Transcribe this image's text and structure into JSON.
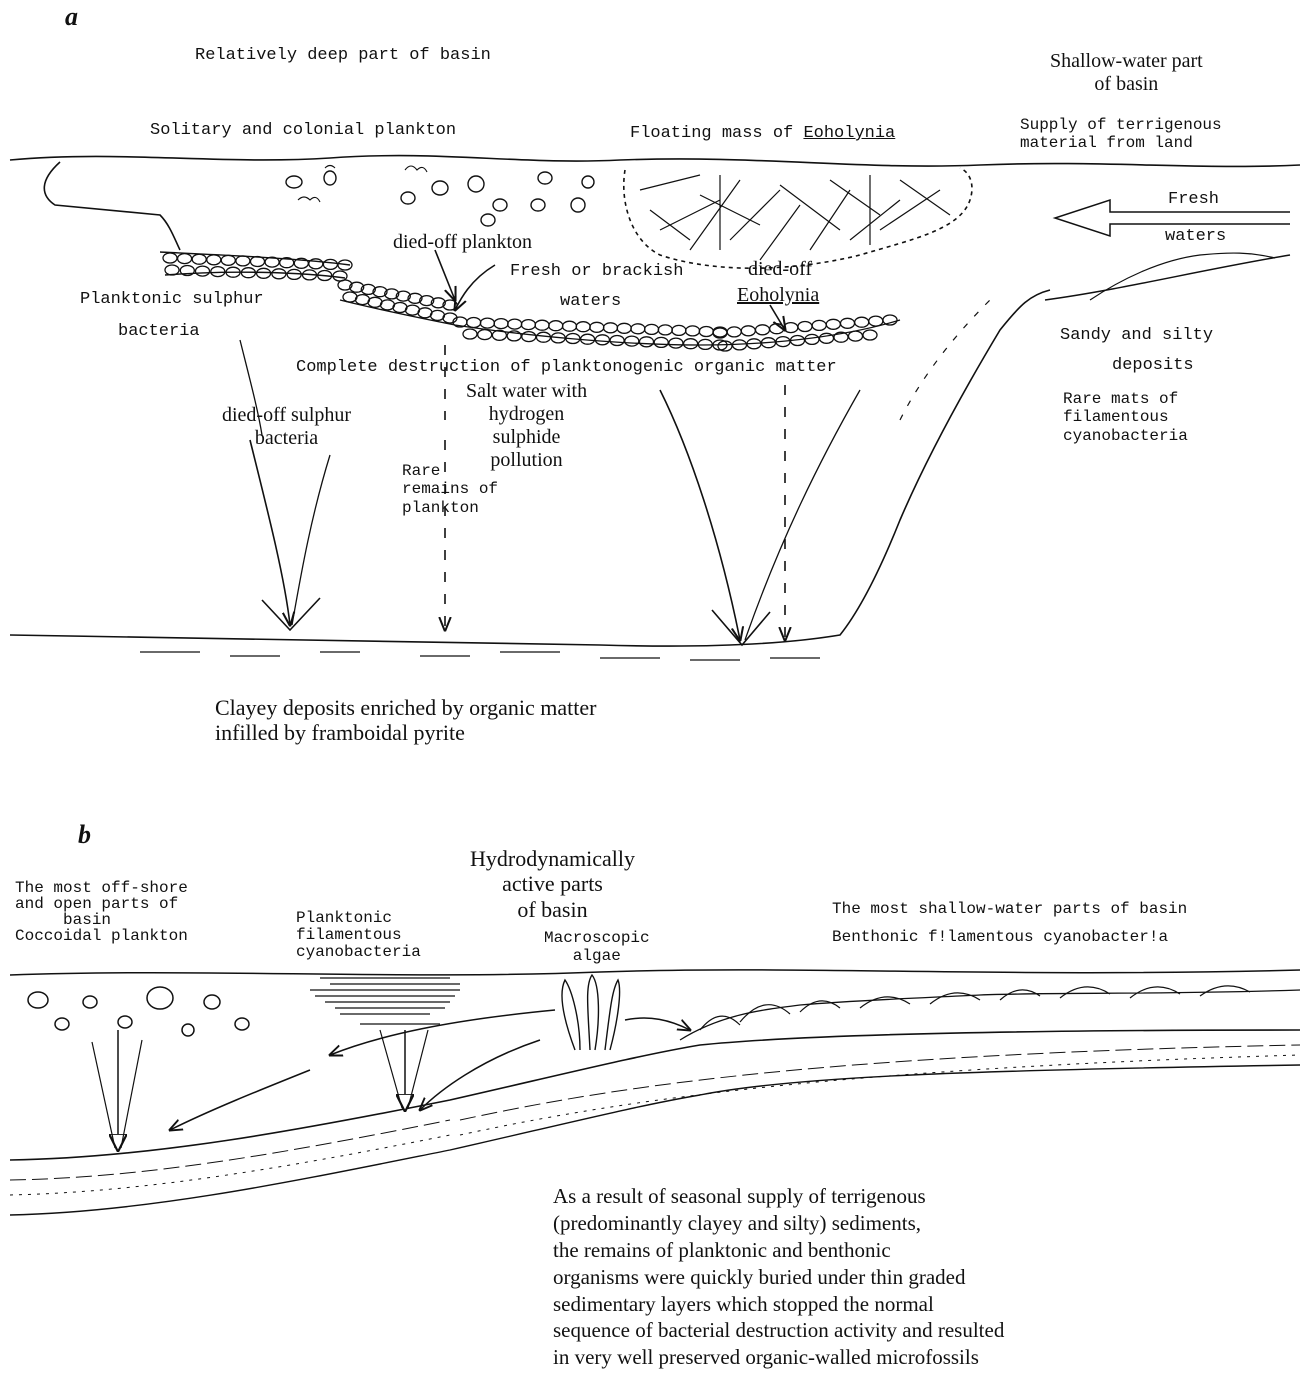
{
  "panel_a": {
    "letter": "a",
    "deep_part": "Relatively deep part of basin",
    "shallow_part": "Shallow-water part\nof basin",
    "plankton": "Solitary and colonial plankton",
    "floating_prefix": "Floating mass of ",
    "floating_genus": "Eoholynia",
    "terrigenous": "Supply of terrigenous\nmaterial from land",
    "fresh": "Fresh",
    "waters": "waters",
    "died_plankton": "died-off plankton",
    "fresh_brackish": "Fresh or brackish",
    "waters2": "waters",
    "died_off": "died-off",
    "eoholynia": "Eoholynia",
    "sulphur_1": "Planktonic sulphur",
    "sulphur_2": "bacteria",
    "sandy_1": "Sandy and silty",
    "sandy_2": "deposits",
    "complete": "Complete destruction of planktonogenic organic matter",
    "salt_water": "Salt water with\nhydrogen\nsulphide\npollution",
    "died_sulphur": "died-off sulphur\nbacteria",
    "rare_mats": "Rare mats of\nfilamentous\ncyanobacteria",
    "rare_remains": "Rare\nremains of\nplankton",
    "clayey": "Clayey deposits enriched by organic matter\ninfilled by framboidal pyrite"
  },
  "panel_b": {
    "letter": "b",
    "hydro": "Hydrodynamically\nactive parts\nof basin",
    "offshore": "The most off-shore\nand open parts of\n     basin\nCoccoidal plankton",
    "planktonic_fil": "Planktonic\nfilamentous\ncyanobacteria",
    "macro": "Macroscopic\n   algae",
    "shallow": "The most shallow-water parts of basin",
    "benthonic": "Benthonic f!lamentous cyanobacter!a",
    "result": "As a result of seasonal supply of terrigenous\n(predominantly clayey and silty) sediments,\nthe remains of planktonic and benthonic\norganisms were quickly buried under thin graded\nsedimentary layers which stopped the normal\nsequence of bacterial destruction activity and resulted\nin very well preserved organic-walled microfossils"
  }
}
